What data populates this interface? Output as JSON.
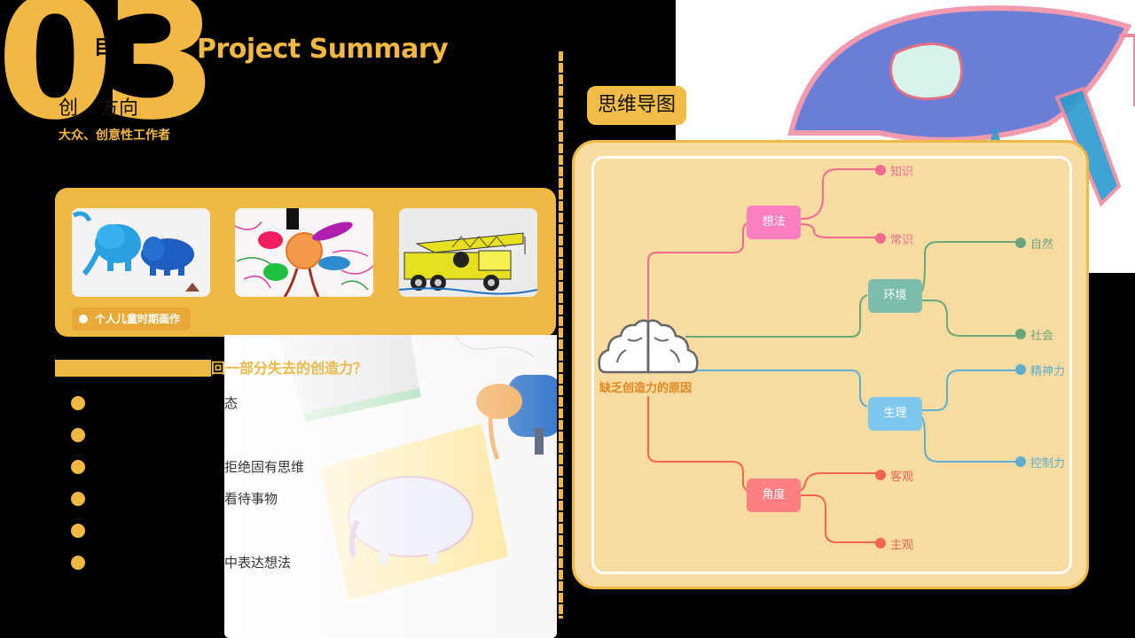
{
  "header": {
    "section_number": "03",
    "title_cn_visible": "目",
    "title_en": "Project Summary",
    "subtitle_visible_left": "创",
    "subtitle_visible_right": "方向",
    "tagline": "大众、创意性工作者"
  },
  "gallery": {
    "caption": "个人儿童时期画作",
    "thumbnails": [
      {
        "subject": "blue elephants drawing"
      },
      {
        "subject": "colorful flower drawing"
      },
      {
        "subject": "yellow crane truck drawing"
      }
    ]
  },
  "question": {
    "visible_text": "回一部分失去的创造力？"
  },
  "bullets": [
    {
      "visible_text": "态"
    },
    {
      "visible_text": ""
    },
    {
      "visible_text": "拒绝固有思维"
    },
    {
      "visible_text": "看待事物"
    },
    {
      "visible_text": ""
    },
    {
      "visible_text": "中表达想法"
    }
  ],
  "mindmap": {
    "title": "思维导图",
    "root": "缺乏创造力的原因",
    "colors": {
      "panel_bg": "#f8dba0",
      "panel_border": "#f0b845",
      "pink": "#f06b8e",
      "green": "#6aa67c",
      "blue": "#5eaed0",
      "red": "#f2654e"
    },
    "branches": [
      {
        "label": "想法",
        "color": "#fd7fbf",
        "line": "#f06b8e",
        "children": [
          "知识",
          "常识"
        ]
      },
      {
        "label": "环境",
        "color": "#7dbdab",
        "line": "#6aa67c",
        "children": [
          "自然",
          "社会"
        ]
      },
      {
        "label": "生理",
        "color": "#7ec8f0",
        "line": "#5eaed0",
        "children": [
          "精神力",
          "控制力"
        ]
      },
      {
        "label": "角度",
        "color": "#fe7f7f",
        "line": "#f2654e",
        "children": [
          "客观",
          "主观"
        ]
      }
    ]
  }
}
